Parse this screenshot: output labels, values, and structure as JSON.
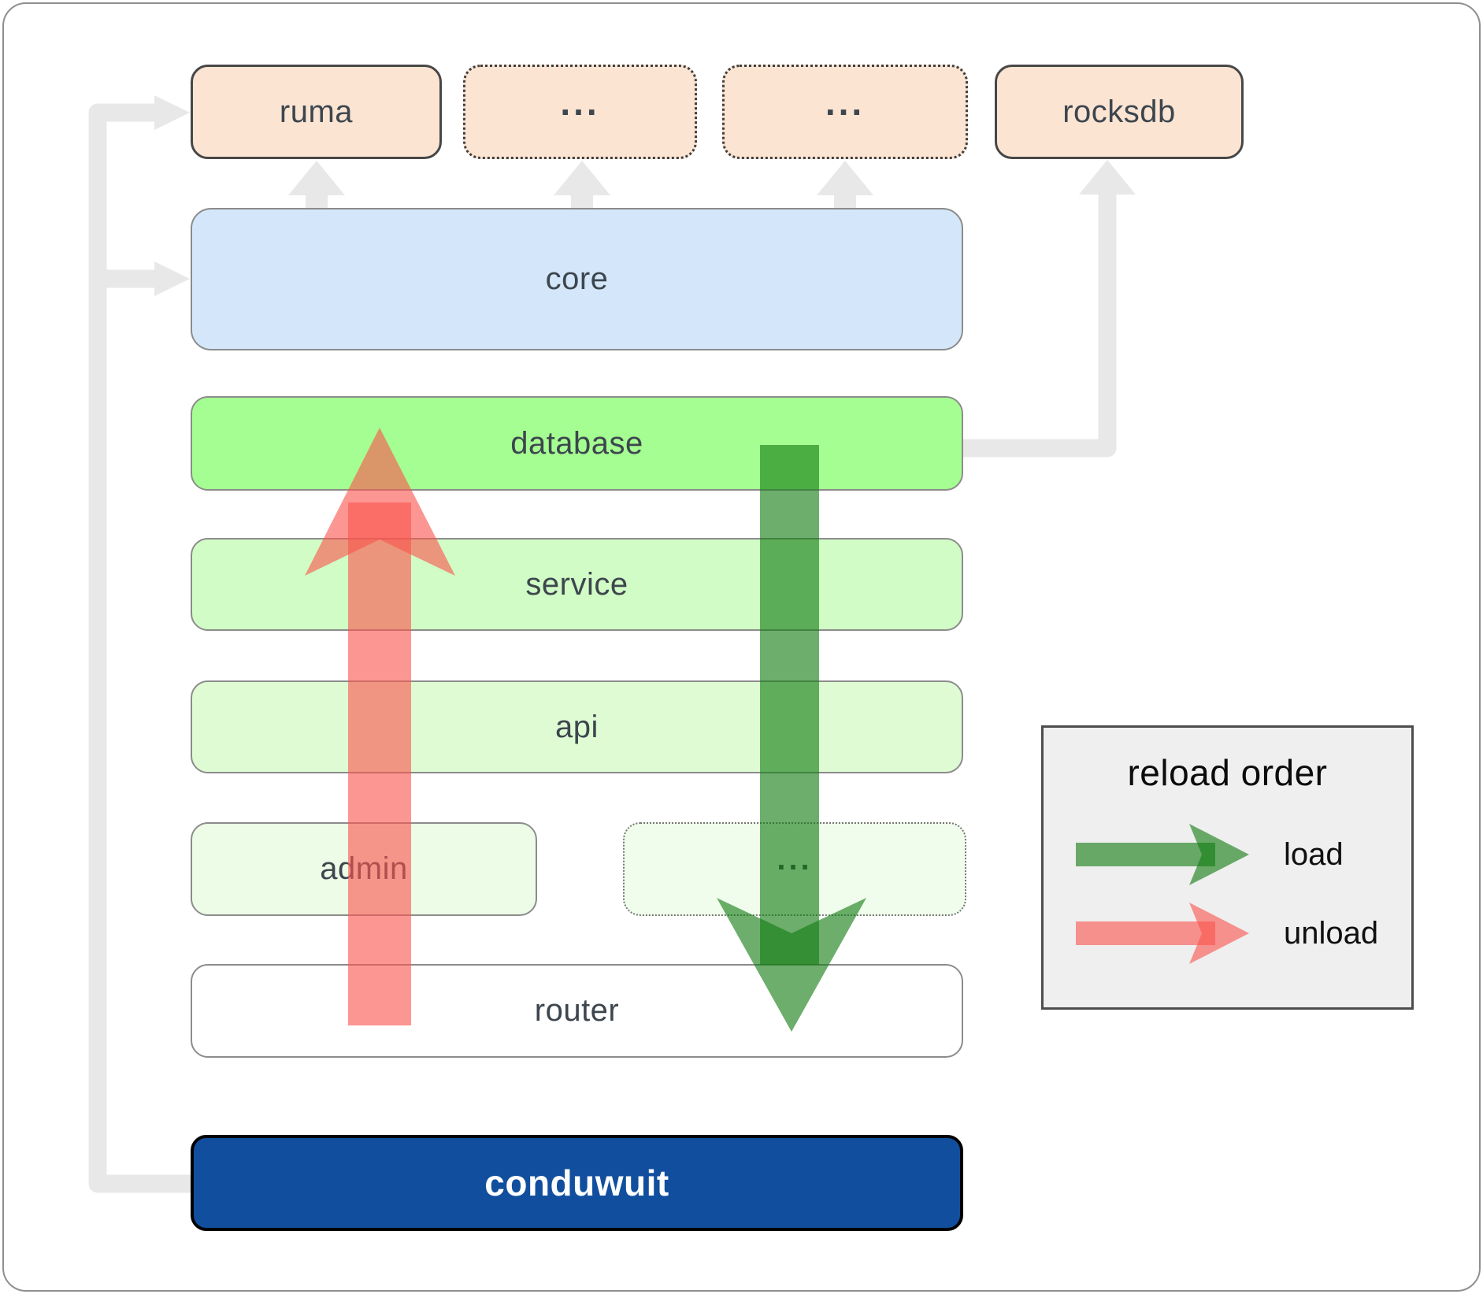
{
  "diagram": {
    "top_row": [
      {
        "label": "ruma",
        "border": "solid"
      },
      {
        "label": "...",
        "border": "dotted"
      },
      {
        "label": "...",
        "border": "dotted"
      },
      {
        "label": "rocksdb",
        "border": "solid"
      }
    ],
    "core": {
      "label": "core"
    },
    "database": {
      "label": "database"
    },
    "service": {
      "label": "service"
    },
    "api": {
      "label": "api"
    },
    "admin": {
      "label": "admin"
    },
    "admin_sibling": {
      "label": "..."
    },
    "router": {
      "label": "router"
    },
    "app": {
      "label": "conduwuit"
    }
  },
  "legend": {
    "title": "reload order",
    "items": [
      {
        "label": "load",
        "color": "green"
      },
      {
        "label": "unload",
        "color": "red"
      }
    ]
  },
  "colors": {
    "peach": "#fce4d3",
    "core_blue": "#d4e7fa",
    "database_green": "#a5fe91",
    "service_green": "#d1fcc5",
    "api_green": "#defbd3",
    "admin_green": "#ecfce6",
    "sibling_green": "#f0fdec",
    "router_white": "#ffffff",
    "conduwuit_blue": "#114f9e",
    "connector_gray": "#e8e8e8",
    "legend_bg": "#efefef",
    "load_green": "rgba(20,125,20,0.62)",
    "unload_red": "rgba(250,86,79,0.62)",
    "label_text": "#3d464e"
  }
}
